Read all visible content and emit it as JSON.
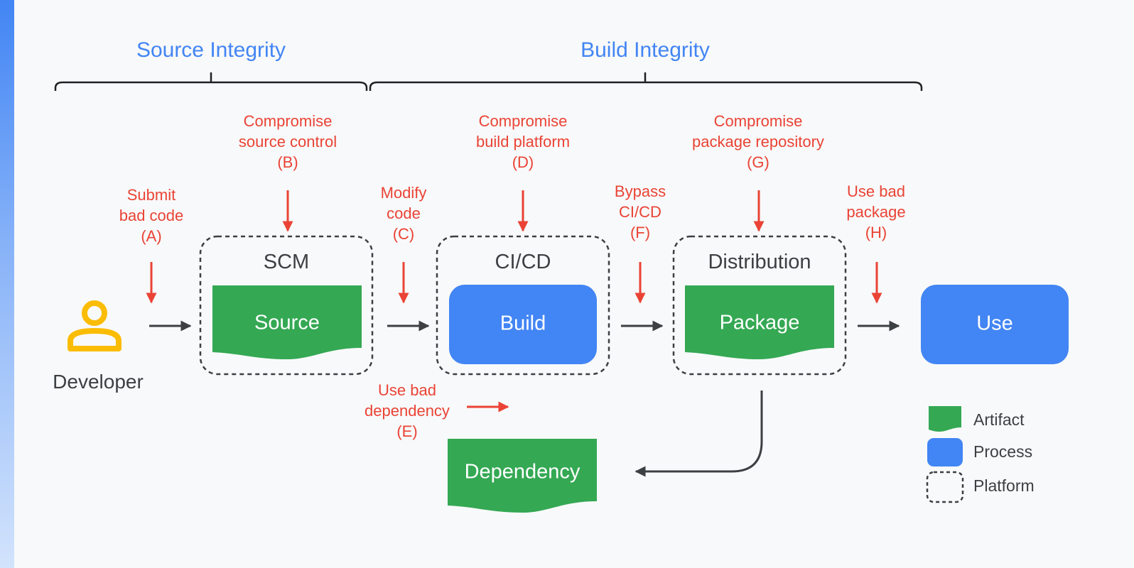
{
  "headers": {
    "source_integrity": "Source Integrity",
    "build_integrity": "Build Integrity"
  },
  "developer": {
    "label": "Developer",
    "icon": "person-icon"
  },
  "platforms": {
    "scm": "SCM",
    "cicd": "CI/CD",
    "distribution": "Distribution"
  },
  "artifacts": {
    "source": "Source",
    "package": "Package",
    "dependency": "Dependency"
  },
  "processes": {
    "build": "Build",
    "use": "Use"
  },
  "threats": {
    "a": [
      "Submit",
      "bad code",
      "(A)"
    ],
    "b": [
      "Compromise",
      "source control",
      "(B)"
    ],
    "c": [
      "Modify",
      "code",
      "(C)"
    ],
    "d": [
      "Compromise",
      "build platform",
      "(D)"
    ],
    "e": [
      "Use bad",
      "dependency",
      "(E)"
    ],
    "f": [
      "Bypass",
      "CI/CD",
      "(F)"
    ],
    "g": [
      "Compromise",
      "package repository",
      "(G)"
    ],
    "h": [
      "Use bad",
      "package",
      "(H)"
    ]
  },
  "legend": {
    "artifact": "Artifact",
    "process": "Process",
    "platform": "Platform"
  },
  "colors": {
    "artifact_green": "#34a853",
    "process_blue": "#4285f4",
    "threat_red": "#ea4335",
    "developer_yellow": "#fbbc04",
    "integrity_blue": "#4285f4",
    "text_dark": "#3c4043"
  }
}
